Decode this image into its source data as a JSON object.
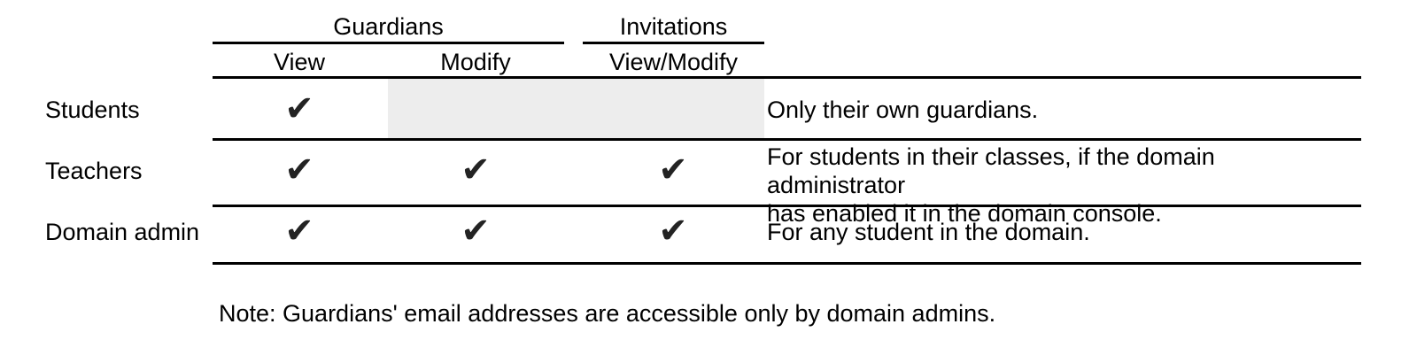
{
  "table": {
    "column_groups": [
      {
        "label": "Guardians",
        "span": 2
      },
      {
        "label": "Invitations",
        "span": 1
      }
    ],
    "columns": [
      {
        "key": "view",
        "label": "View"
      },
      {
        "key": "modify",
        "label": "Modify"
      },
      {
        "key": "invmod",
        "label": "View/Modify"
      },
      {
        "key": "details",
        "label": ""
      }
    ],
    "rows": [
      {
        "label": "Students",
        "view": "check",
        "modify": "shaded",
        "invmod": "shaded",
        "details_line1": "Only their own guardians.",
        "details_line2": ""
      },
      {
        "label": "Teachers",
        "view": "check",
        "modify": "check",
        "invmod": "check",
        "details_line1": "For students in their classes, if the domain administrator",
        "details_line2": "has enabled it in the domain console."
      },
      {
        "label": "Domain admin",
        "view": "check",
        "modify": "check",
        "invmod": "check",
        "details_line1": "For any student in the domain.",
        "details_line2": ""
      }
    ],
    "check_glyph": "✔"
  },
  "note": "Note: Guardians' email addresses are accessible only by domain admins.",
  "colors": {
    "background": "#ffffff",
    "text": "#000000",
    "rule": "#000000",
    "check": "#232323",
    "shaded_cell": "#ededed"
  }
}
